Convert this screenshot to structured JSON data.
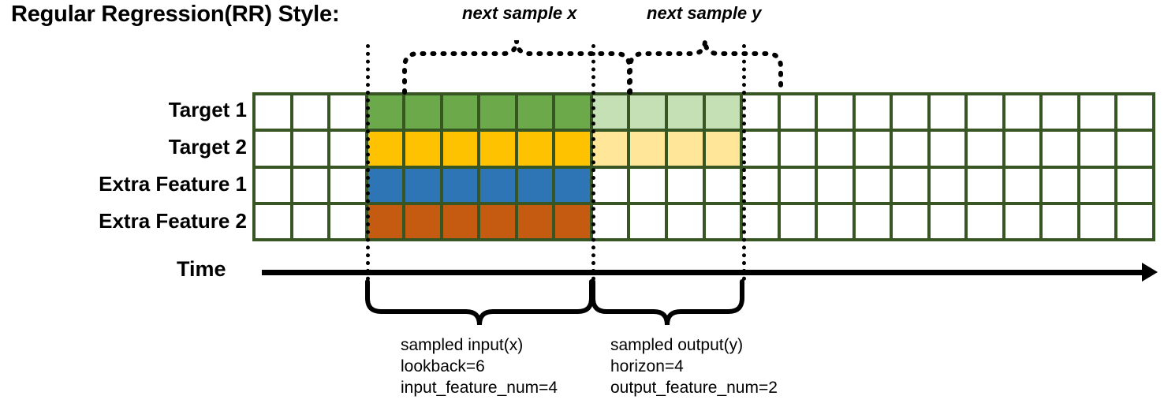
{
  "title": "Regular Regression(RR) Style:",
  "rows": [
    {
      "label": "Target 1",
      "key": "target-1"
    },
    {
      "label": "Target 2",
      "key": "target-2"
    },
    {
      "label": "Extra Feature 1",
      "key": "extra-feature-1"
    },
    {
      "label": "Extra Feature 2",
      "key": "extra-feature-2"
    }
  ],
  "grid": {
    "columns": 24,
    "rows": 4,
    "empty_prefix_cols": 3,
    "input_cols": 6,
    "output_cols": 4,
    "border_color": "#375623",
    "empty_color": "#ffffff",
    "row_fills": [
      {
        "name": "target-1",
        "input": "#6CA94A",
        "output": "#C5E0B4"
      },
      {
        "name": "target-2",
        "input": "#FFC200",
        "output": "#FFE699"
      },
      {
        "name": "extra-feature-1",
        "input": "#2E75B6",
        "output": "#ffffff"
      },
      {
        "name": "extra-feature-2",
        "input": "#C55A11",
        "output": "#ffffff"
      }
    ]
  },
  "time_axis": {
    "label": "Time"
  },
  "top_braces": [
    {
      "name": "next-sample-x",
      "label": "next sample x"
    },
    {
      "name": "next-sample-y",
      "label": "next sample y"
    }
  ],
  "bottom_braces": [
    {
      "name": "sampled-input",
      "line1": "sampled input(x)",
      "line2": "lookback=6",
      "line3": "input_feature_num=4"
    },
    {
      "name": "sampled-output",
      "line1": "sampled output(y)",
      "line2": "horizon=4",
      "line3": "output_feature_num=2"
    }
  ],
  "chart_data": {
    "type": "heatmap",
    "title": "Regular Regression(RR) Style:",
    "xlabel": "Time",
    "categories": [
      "Target 1",
      "Target 2",
      "Extra Feature 1",
      "Extra Feature 2"
    ],
    "total_timesteps": 24,
    "lookback": 6,
    "horizon": 4,
    "input_feature_num": 4,
    "output_feature_num": 2,
    "input_window_start_col": 3,
    "input_window_end_col": 9,
    "output_window_start_col": 9,
    "output_window_end_col": 13,
    "grid": "on",
    "legend": "none"
  }
}
